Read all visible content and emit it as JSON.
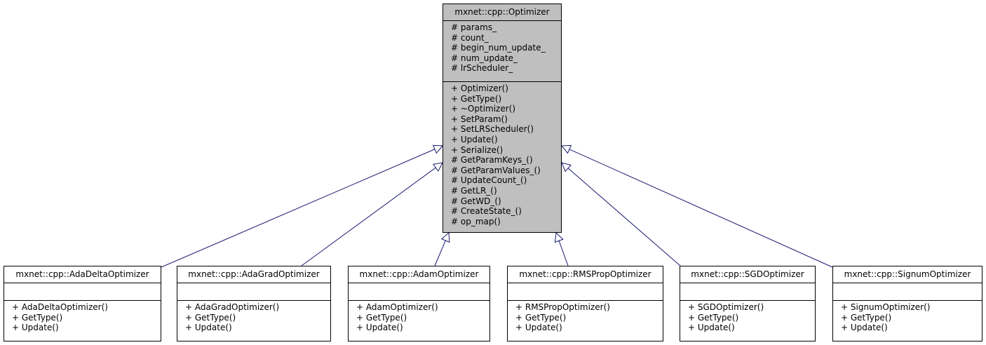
{
  "base": {
    "name": "mxnet::cpp::Optimizer",
    "attributes": [
      "# params_",
      "# count_",
      "# begin_num_update_",
      "# num_update_",
      "# lrScheduler_"
    ],
    "methods": [
      "+ Optimizer()",
      "+ GetType()",
      "+ ~Optimizer()",
      "+ SetParam()",
      "+ SetLRScheduler()",
      "+ Update()",
      "+ Serialize()",
      "# GetParamKeys_()",
      "# GetParamValues_()",
      "# UpdateCount_()",
      "# GetLR_()",
      "# GetWD_()",
      "# CreateState_()",
      "# op_map()"
    ]
  },
  "derived": [
    {
      "name": "mxnet::cpp::AdaDeltaOptimizer",
      "methods": [
        "+ AdaDeltaOptimizer()",
        "+ GetType()",
        "+ Update()"
      ]
    },
    {
      "name": "mxnet::cpp::AdaGradOptimizer",
      "methods": [
        "+ AdaGradOptimizer()",
        "+ GetType()",
        "+ Update()"
      ]
    },
    {
      "name": "mxnet::cpp::AdamOptimizer",
      "methods": [
        "+ AdamOptimizer()",
        "+ GetType()",
        "+ Update()"
      ]
    },
    {
      "name": "mxnet::cpp::RMSPropOptimizer",
      "methods": [
        "+ RMSPropOptimizer()",
        "+ GetType()",
        "+ Update()"
      ]
    },
    {
      "name": "mxnet::cpp::SGDOptimizer",
      "methods": [
        "+ SGDOptimizer()",
        "+ GetType()",
        "+ Update()"
      ]
    },
    {
      "name": "mxnet::cpp::SignumOptimizer",
      "methods": [
        "+ SignumOptimizer()",
        "+ GetType()",
        "+ Update()"
      ]
    }
  ],
  "colors": {
    "edge": "#191970",
    "base_fill": "#bfbfbf",
    "box_fill": "#ffffff",
    "border": "#000000"
  }
}
